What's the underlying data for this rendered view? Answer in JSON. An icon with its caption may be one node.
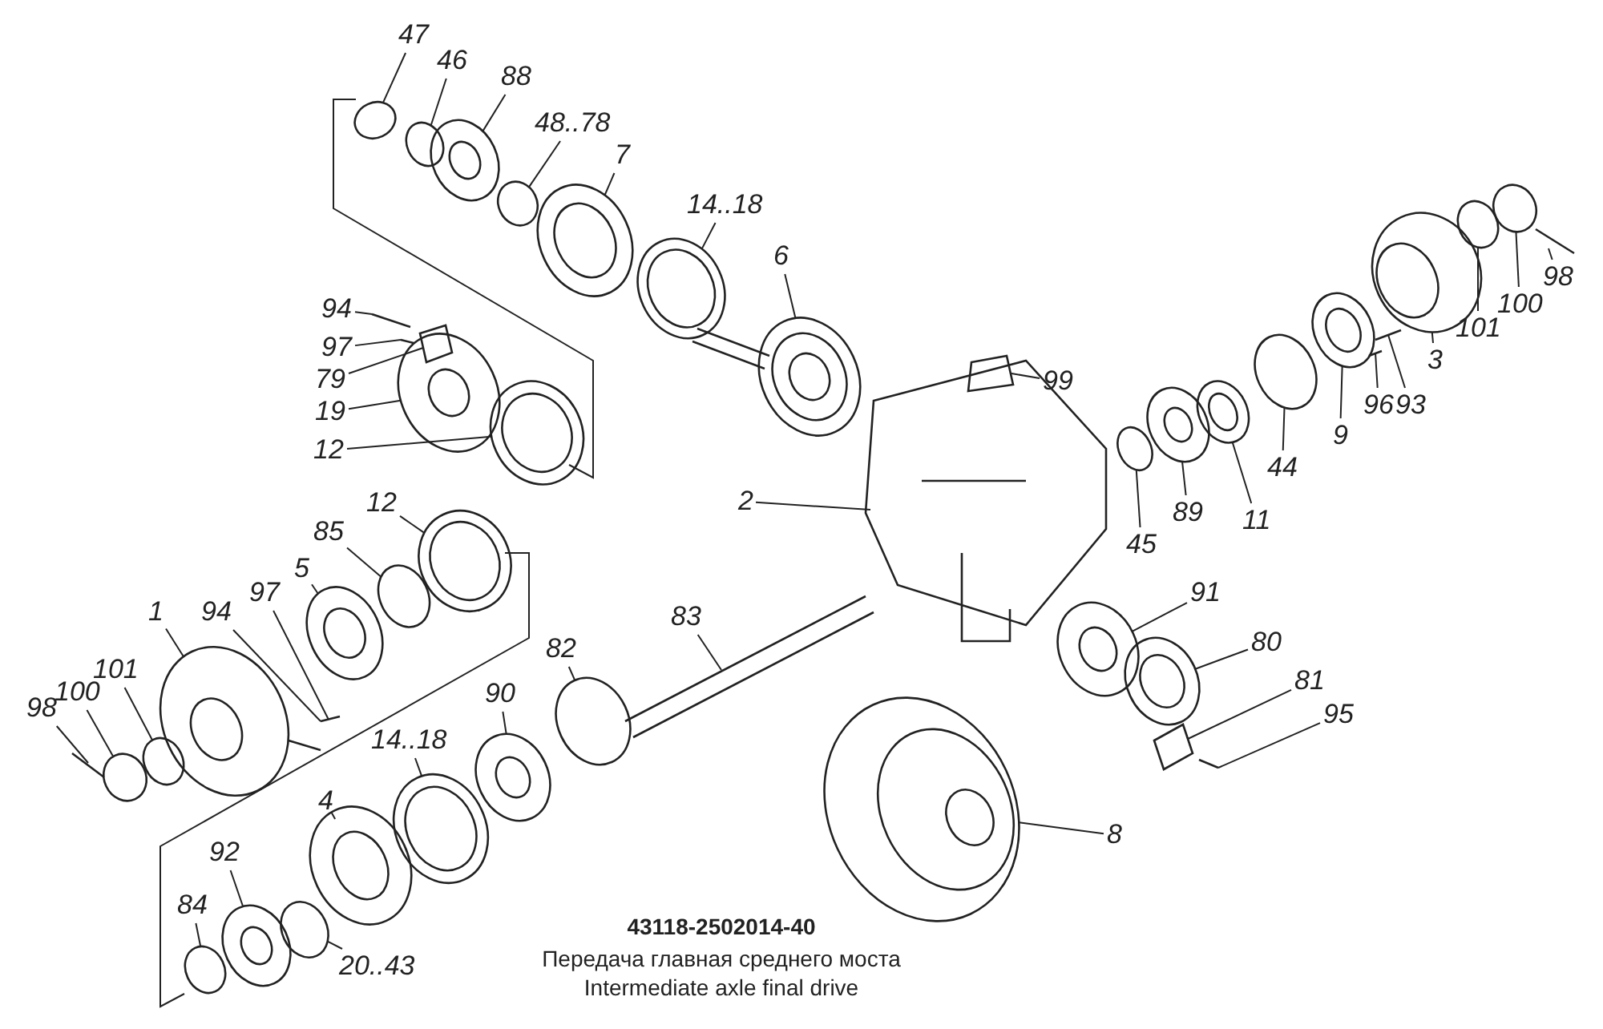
{
  "diagram": {
    "title": "43118-2502014-40",
    "caption": "Передача главная среднего моста",
    "nodes": [
      {
        "text": [
          "47"
        ]
      },
      {
        "text": [
          "46"
        ]
      },
      {
        "text": [
          "88"
        ]
      },
      {
        "text": [
          "48..78"
        ]
      },
      {
        "text": [
          "7"
        ]
      },
      {
        "text": [
          "14..18"
        ]
      },
      {
        "text": [
          "6"
        ]
      },
      {
        "text": [
          "94"
        ]
      },
      {
        "text": [
          "97"
        ]
      },
      {
        "text": [
          "79"
        ]
      },
      {
        "text": [
          "19"
        ]
      },
      {
        "text": [
          "12"
        ]
      },
      {
        "text": [
          "99"
        ]
      },
      {
        "text": [
          "45"
        ]
      },
      {
        "text": [
          "89"
        ]
      },
      {
        "text": [
          "11"
        ]
      },
      {
        "text": [
          "44"
        ]
      },
      {
        "text": [
          "9"
        ]
      },
      {
        "text": [
          "96"
        ]
      },
      {
        "text": [
          "93"
        ]
      },
      {
        "text": [
          "3"
        ]
      },
      {
        "text": [
          "101"
        ]
      },
      {
        "text": [
          "100"
        ]
      },
      {
        "text": [
          "98"
        ]
      },
      {
        "text": [
          "2"
        ]
      },
      {
        "text": [
          "12"
        ]
      },
      {
        "text": [
          "85"
        ]
      },
      {
        "text": [
          "5"
        ]
      },
      {
        "text": [
          "97"
        ]
      },
      {
        "text": [
          "94"
        ]
      },
      {
        "text": [
          "1"
        ]
      },
      {
        "text": [
          "101"
        ]
      },
      {
        "text": [
          "100"
        ]
      },
      {
        "text": [
          "98"
        ]
      },
      {
        "text": [
          "83"
        ]
      },
      {
        "text": [
          "82"
        ]
      },
      {
        "text": [
          "90"
        ]
      },
      {
        "text": [
          "14..18"
        ]
      },
      {
        "text": [
          "4"
        ]
      },
      {
        "text": [
          "92"
        ]
      },
      {
        "text": [
          "84"
        ]
      },
      {
        "text": [
          "20..43"
        ]
      },
      {
        "text": [
          "91"
        ]
      },
      {
        "text": [
          "80"
        ]
      },
      {
        "text": [
          "81"
        ]
      },
      {
        "text": [
          "95"
        ]
      },
      {
        "text": [
          "8"
        ]
      }
    ],
    "edges": [
      {
        "from": 0,
        "to": null,
        "arrow": "none"
      },
      {
        "from": 1,
        "to": null,
        "arrow": "none"
      },
      {
        "from": 2,
        "to": null,
        "arrow": "none"
      },
      {
        "from": 3,
        "to": null,
        "arrow": "none"
      },
      {
        "from": 4,
        "to": null,
        "arrow": "none"
      },
      {
        "from": 5,
        "to": null,
        "arrow": "none"
      },
      {
        "from": 6,
        "to": null,
        "arrow": "none"
      },
      {
        "from": 7,
        "to": null,
        "arrow": "none"
      },
      {
        "from": 8,
        "to": null,
        "arrow": "none"
      },
      {
        "from": 9,
        "to": null,
        "arrow": "none"
      },
      {
        "from": 10,
        "to": null,
        "arrow": "none"
      },
      {
        "from": 11,
        "to": null,
        "arrow": "none"
      },
      {
        "from": 12,
        "to": null,
        "arrow": "none"
      },
      {
        "from": 13,
        "to": null,
        "arrow": "none"
      },
      {
        "from": 14,
        "to": null,
        "arrow": "none"
      },
      {
        "from": 15,
        "to": null,
        "arrow": "none"
      },
      {
        "from": 16,
        "to": null,
        "arrow": "none"
      },
      {
        "from": 17,
        "to": null,
        "arrow": "none"
      },
      {
        "from": 18,
        "to": null,
        "arrow": "none"
      },
      {
        "from": 19,
        "to": null,
        "arrow": "none"
      },
      {
        "from": 20,
        "to": null,
        "arrow": "none"
      },
      {
        "from": 21,
        "to": null,
        "arrow": "none"
      },
      {
        "from": 22,
        "to": null,
        "arrow": "none"
      },
      {
        "from": 23,
        "to": null,
        "arrow": "none"
      },
      {
        "from": 24,
        "to": null,
        "arrow": "none"
      },
      {
        "from": 25,
        "to": null,
        "arrow": "none"
      },
      {
        "from": 26,
        "to": null,
        "arrow": "none"
      },
      {
        "from": 27,
        "to": null,
        "arrow": "none"
      },
      {
        "from": 28,
        "to": null,
        "arrow": "none"
      },
      {
        "from": 29,
        "to": null,
        "arrow": "none"
      },
      {
        "from": 30,
        "to": null,
        "arrow": "none"
      },
      {
        "from": 31,
        "to": null,
        "arrow": "none"
      },
      {
        "from": 32,
        "to": null,
        "arrow": "none"
      },
      {
        "from": 33,
        "to": null,
        "arrow": "none"
      },
      {
        "from": 34,
        "to": null,
        "arrow": "none"
      },
      {
        "from": 35,
        "to": null,
        "arrow": "none"
      },
      {
        "from": 36,
        "to": null,
        "arrow": "none"
      },
      {
        "from": 37,
        "to": null,
        "arrow": "none"
      },
      {
        "from": 38,
        "to": null,
        "arrow": "none"
      },
      {
        "from": 39,
        "to": null,
        "arrow": "none"
      },
      {
        "from": 40,
        "to": null,
        "arrow": "none"
      },
      {
        "from": 41,
        "to": null,
        "arrow": "none"
      },
      {
        "from": 42,
        "to": null,
        "arrow": "none"
      },
      {
        "from": 43,
        "to": null,
        "arrow": "none"
      },
      {
        "from": 44,
        "to": null,
        "arrow": "none"
      },
      {
        "from": 45,
        "to": null,
        "arrow": "none"
      },
      {
        "from": 46,
        "to": null,
        "arrow": "none"
      }
    ],
    "labels": [
      "Intermediate axle final drive"
    ]
  }
}
